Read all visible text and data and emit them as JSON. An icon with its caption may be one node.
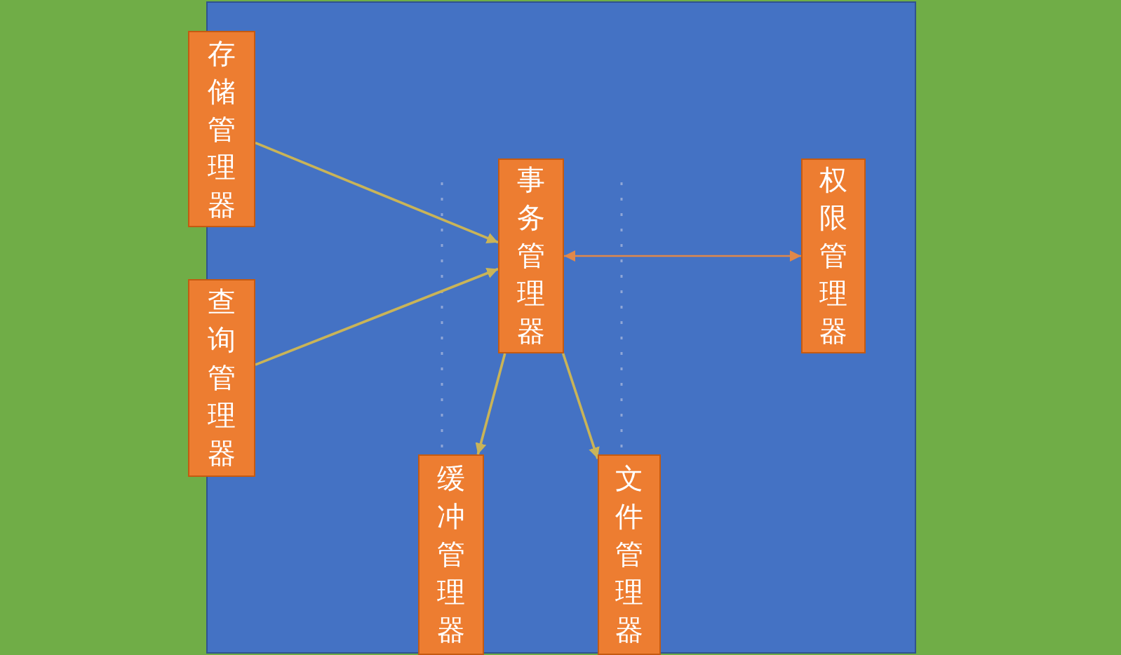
{
  "diagram": {
    "nodes": [
      {
        "text": [
          "存储管理器"
        ]
      },
      {
        "text": [
          "查询管理器"
        ]
      },
      {
        "text": [
          "事务管理器"
        ]
      },
      {
        "text": [
          "权限管理器"
        ]
      },
      {
        "text": [
          "缓冲管理器"
        ]
      },
      {
        "text": [
          "文件管理器"
        ]
      }
    ],
    "edges": [
      {
        "from": 0,
        "to": 2,
        "arrow": "to"
      },
      {
        "from": 1,
        "to": 2,
        "arrow": "to"
      },
      {
        "from": 2,
        "to": 3,
        "arrow": "both",
        "color": "#e0884a"
      },
      {
        "from": 2,
        "to": 4,
        "arrow": "to"
      },
      {
        "from": 2,
        "to": 5,
        "arrow": "to"
      }
    ]
  }
}
